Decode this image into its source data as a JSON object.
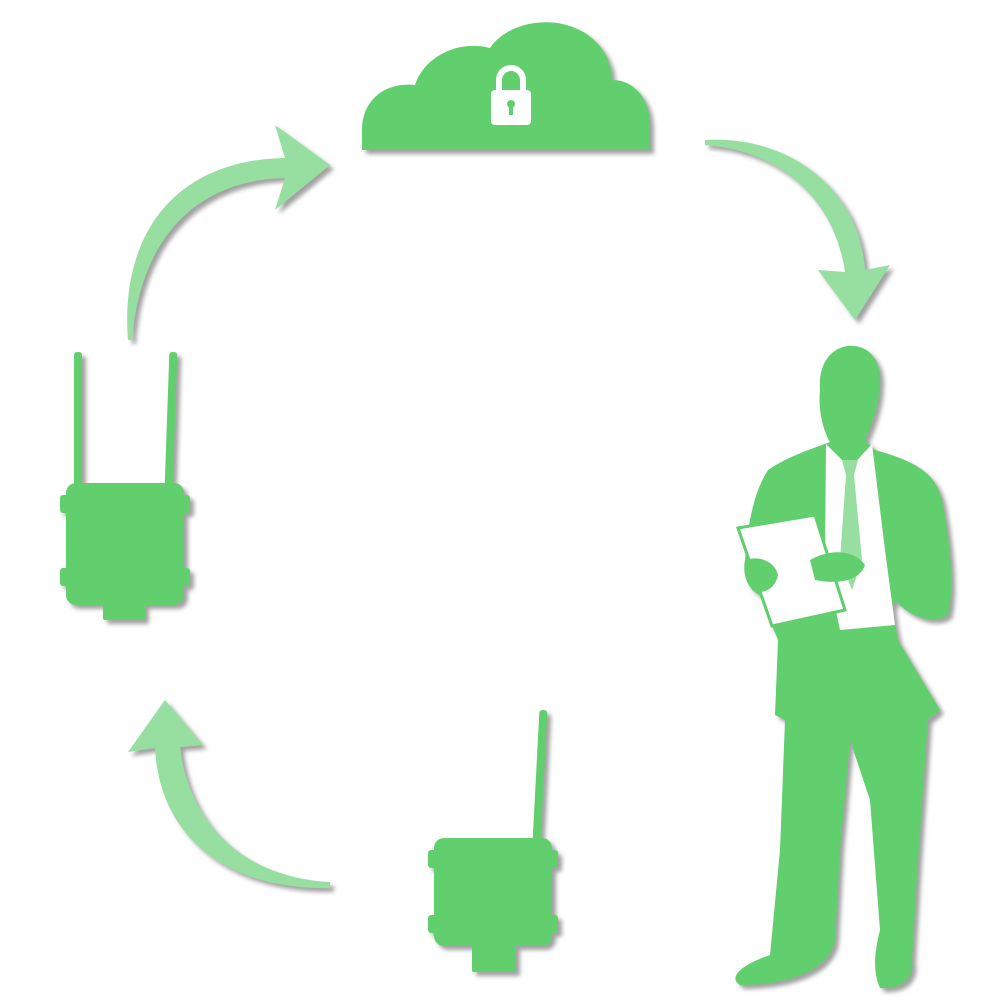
{
  "diagram": {
    "colors": {
      "primary": "#62cf6e",
      "arrow": "#97dfa0",
      "shadow": "#9a9a9a",
      "background": "#ffffff",
      "detail": "#ffffff"
    },
    "nodes": [
      {
        "id": "cloud",
        "icon": "cloud-lock-icon"
      },
      {
        "id": "user",
        "icon": "businessman-icon"
      },
      {
        "id": "gateway",
        "icon": "gateway-dual-antenna-icon"
      },
      {
        "id": "sensor",
        "icon": "sensor-single-antenna-icon"
      }
    ],
    "flow": [
      {
        "from": "gateway",
        "to": "cloud",
        "icon": "curved-arrow-icon"
      },
      {
        "from": "cloud",
        "to": "user",
        "icon": "curved-arrow-icon"
      },
      {
        "from": "sensor",
        "to": "gateway",
        "icon": "curved-arrow-icon"
      }
    ]
  }
}
